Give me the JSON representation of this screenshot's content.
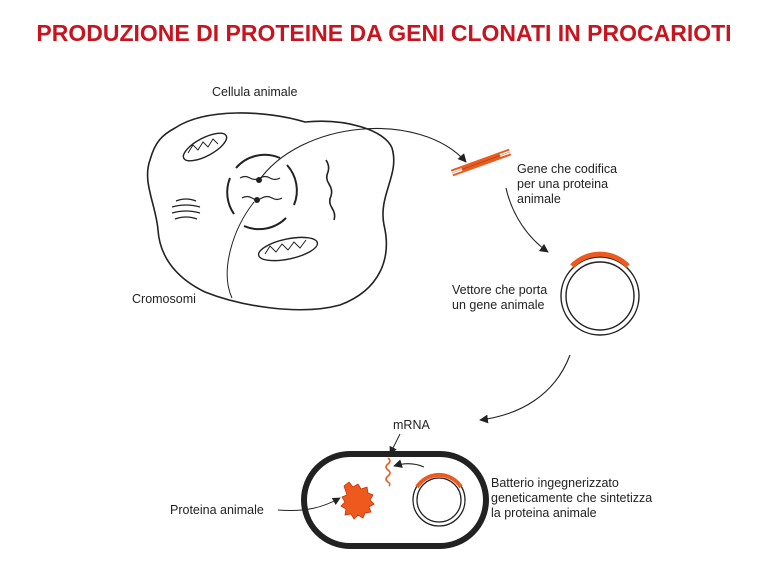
{
  "title": "PRODUZIONE DI PROTEINE DA GENI CLONATI IN PROCARIOTI",
  "labels": {
    "cell": "Cellula animale",
    "chromosomes": "Cromosomi",
    "gene": "Gene che codifica\nper una proteina\nanimale",
    "vector": "Vettore che porta\nun gene animale",
    "mrna": "mRNA",
    "protein": "Proteina animale",
    "bacterium": "Batterio ingegnerizzato\ngeneticamente che sintetizza\nla proteina animale"
  },
  "colors": {
    "title": "#c8141e",
    "gene": "#ee5a1e",
    "outline": "#222222"
  }
}
